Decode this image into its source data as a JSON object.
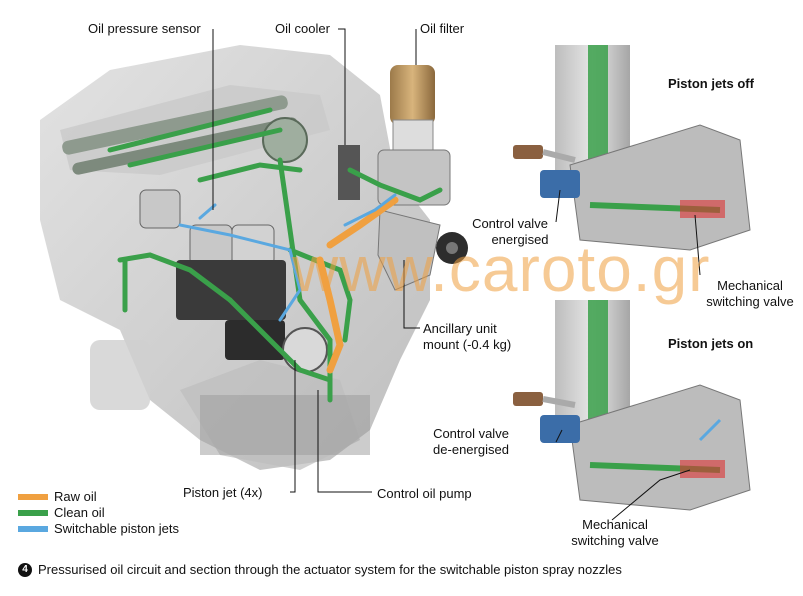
{
  "labels": {
    "oil_pressure_sensor": "Oil pressure sensor",
    "oil_cooler": "Oil cooler",
    "oil_filter": "Oil filter",
    "piston_jets_off": "Piston jets off",
    "piston_jets_on": "Piston jets on",
    "control_valve_energised_1": "Control valve",
    "control_valve_energised_2": "energised",
    "control_valve_deenergised_1": "Control valve",
    "control_valve_deenergised_2": "de-energised",
    "mechanical_switching_valve_top_1": "Mechanical",
    "mechanical_switching_valve_top_2": "switching valve",
    "mechanical_switching_valve_bottom_1": "Mechanical",
    "mechanical_switching_valve_bottom_2": "switching valve",
    "ancillary_unit_mount_1": "Ancillary unit",
    "ancillary_unit_mount_2": "mount (-0.4 kg)",
    "piston_jet": "Piston jet (4x)",
    "control_oil_pump": "Control oil pump"
  },
  "legend": [
    {
      "label": "Raw oil",
      "color": "#f0a040"
    },
    {
      "label": "Clean oil",
      "color": "#3aa04a"
    },
    {
      "label": "Switchable piston jets",
      "color": "#5aa8e0"
    }
  ],
  "caption": {
    "number": "4",
    "text": "Pressurised oil circuit and section through the actuator system for the switchable piston spray nozzles"
  },
  "watermark": "www.caroto.gr"
}
